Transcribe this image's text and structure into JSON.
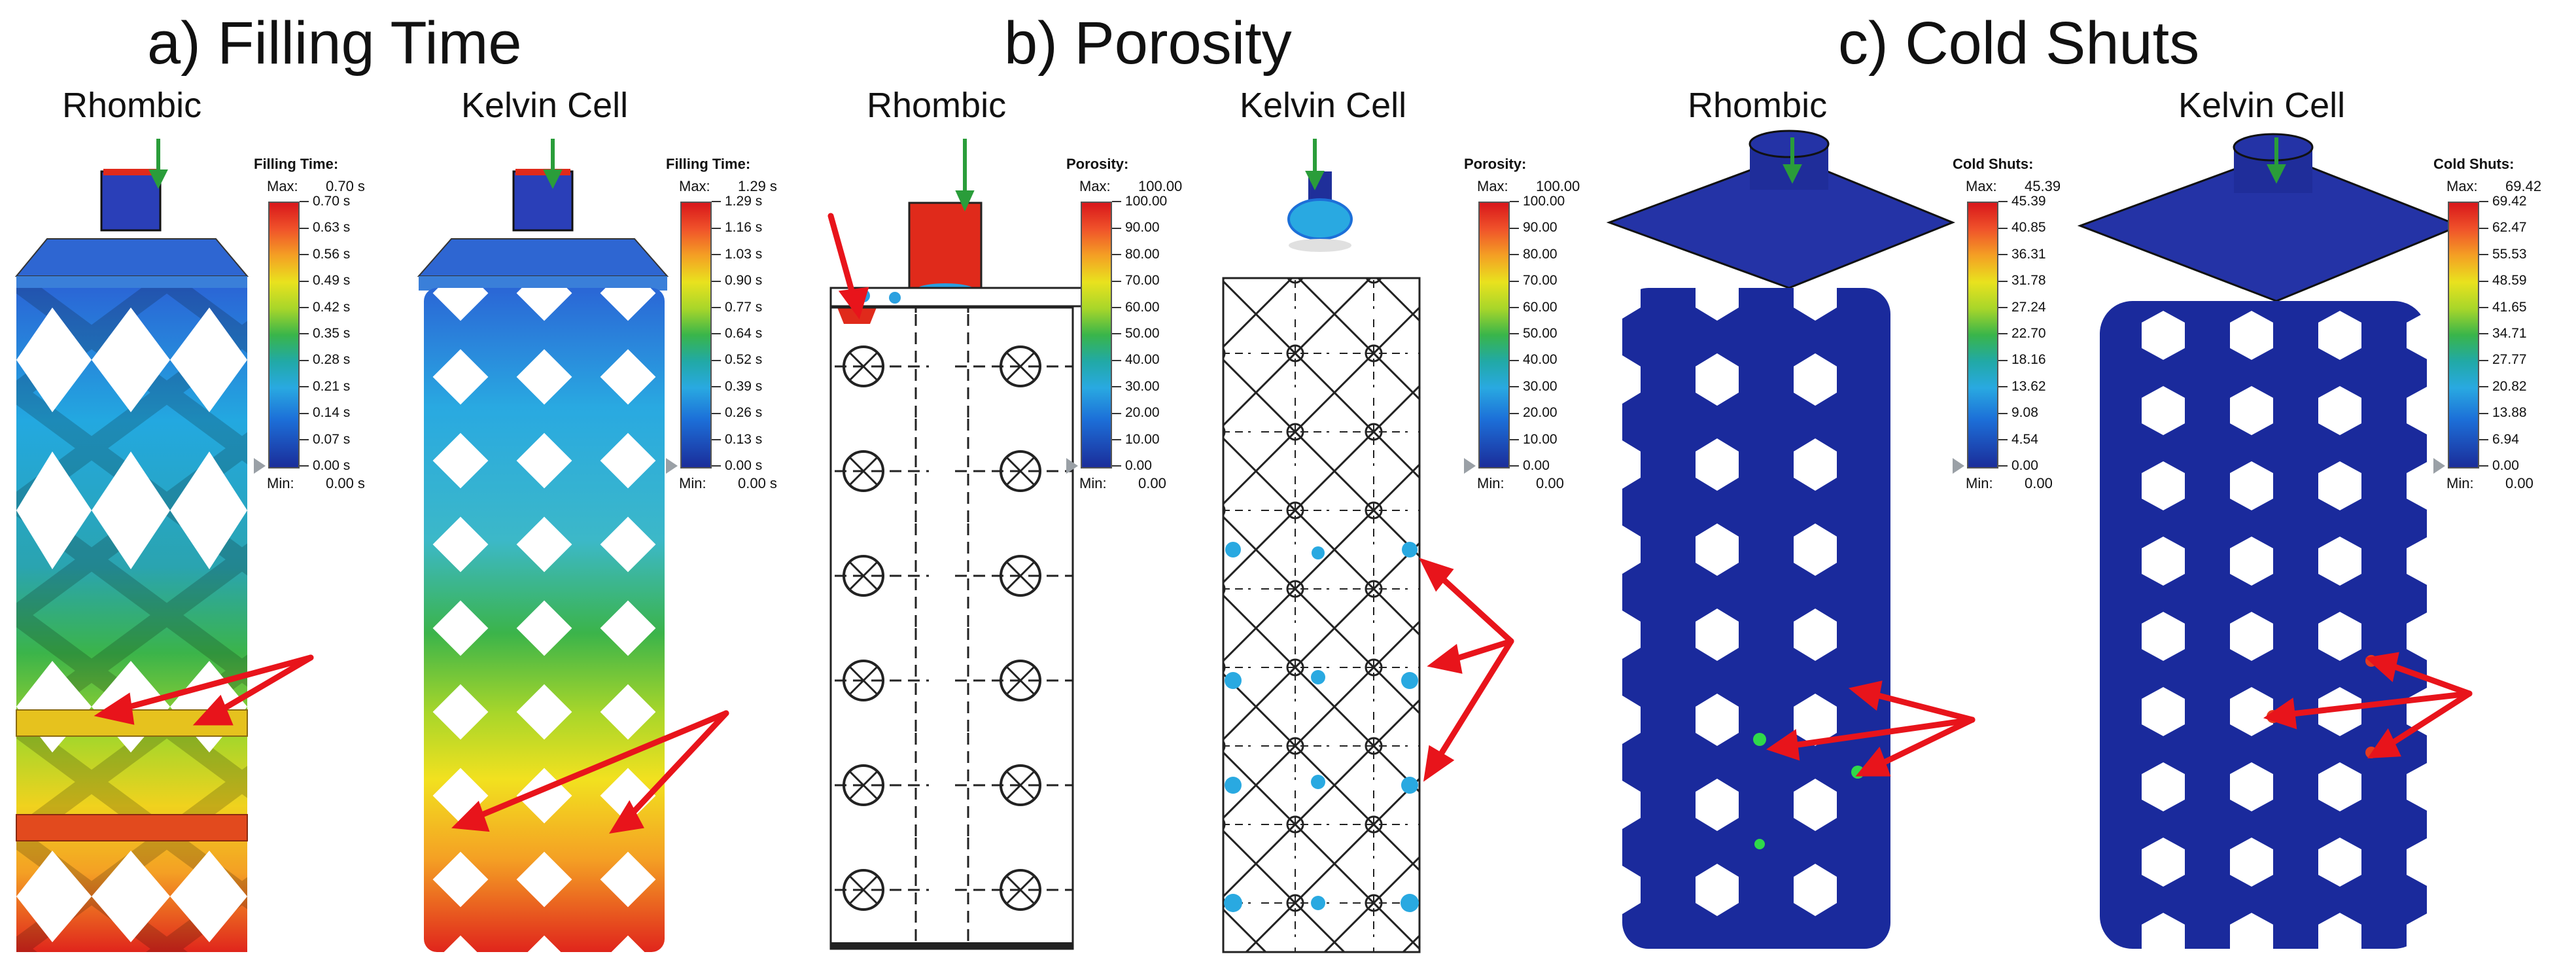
{
  "sections": [
    {
      "id": "a",
      "title": "a) Filling Time",
      "models": [
        "Rhombic",
        "Kelvin Cell"
      ]
    },
    {
      "id": "b",
      "title": "b) Porosity",
      "models": [
        "Rhombic",
        "Kelvin Cell"
      ]
    },
    {
      "id": "c",
      "title": "c) Cold Shuts",
      "models": [
        "Rhombic",
        "Kelvin Cell"
      ]
    }
  ],
  "legends": [
    {
      "title": "Filling Time:",
      "max_label": "Max:",
      "min_label": "Min:",
      "max_value": "0.70 s",
      "min_value": "0.00 s",
      "ticks": [
        "0.70 s",
        "0.63 s",
        "0.56 s",
        "0.49 s",
        "0.42 s",
        "0.35 s",
        "0.28 s",
        "0.21 s",
        "0.14 s",
        "0.07 s",
        "0.00 s"
      ]
    },
    {
      "title": "Filling Time:",
      "max_label": "Max:",
      "min_label": "Min:",
      "max_value": "1.29 s",
      "min_value": "0.00 s",
      "ticks": [
        "1.29 s",
        "1.16 s",
        "1.03 s",
        "0.90 s",
        "0.77 s",
        "0.64 s",
        "0.52 s",
        "0.39 s",
        "0.26 s",
        "0.13 s",
        "0.00 s"
      ]
    },
    {
      "title": "Porosity:",
      "max_label": "Max:",
      "min_label": "Min:",
      "max_value": "100.00",
      "min_value": "0.00",
      "ticks": [
        "100.00",
        "90.00",
        "80.00",
        "70.00",
        "60.00",
        "50.00",
        "40.00",
        "30.00",
        "20.00",
        "10.00",
        "0.00"
      ]
    },
    {
      "title": "Porosity:",
      "max_label": "Max:",
      "min_label": "Min:",
      "max_value": "100.00",
      "min_value": "0.00",
      "ticks": [
        "100.00",
        "90.00",
        "80.00",
        "70.00",
        "60.00",
        "50.00",
        "40.00",
        "30.00",
        "20.00",
        "10.00",
        "0.00"
      ]
    },
    {
      "title": "Cold Shuts:",
      "max_label": "Max:",
      "min_label": "Min:",
      "max_value": "45.39",
      "min_value": "0.00",
      "ticks": [
        "45.39",
        "40.85",
        "36.31",
        "31.78",
        "27.24",
        "22.70",
        "18.16",
        "13.62",
        "9.08",
        "4.54",
        "0.00"
      ]
    },
    {
      "title": "Cold Shuts:",
      "max_label": "Max:",
      "min_label": "Min:",
      "max_value": "69.42",
      "min_value": "0.00",
      "ticks": [
        "69.42",
        "62.47",
        "55.53",
        "48.59",
        "41.65",
        "34.71",
        "27.77",
        "20.82",
        "13.88",
        "6.94",
        "0.00"
      ]
    }
  ],
  "colors": {
    "arrow": "#e8141b",
    "inlet_arrow": "#2a9d3a",
    "cold_shut_body": "#1a2a9c",
    "outline": "#222222"
  }
}
